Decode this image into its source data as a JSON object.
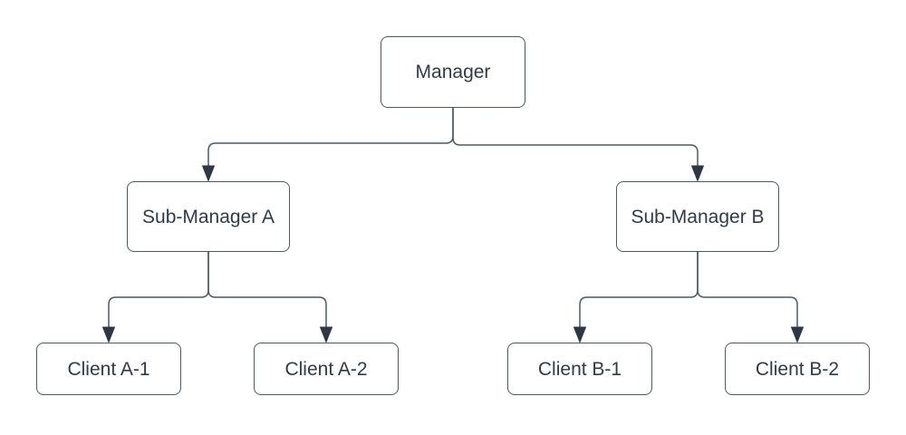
{
  "diagram": {
    "type": "hierarchy-org-chart",
    "background": "#ffffff",
    "colors": {
      "node_fill": "#ffffff",
      "node_border": "#4c5866",
      "label_text": "#2f3b4b",
      "connector_line": "#4c5866",
      "arrowhead_fill": "#2e3744"
    },
    "nodes": [
      {
        "id": "manager",
        "label": "Manager"
      },
      {
        "id": "sub-manager-a",
        "label": "Sub-Manager A"
      },
      {
        "id": "sub-manager-b",
        "label": "Sub-Manager B"
      },
      {
        "id": "client-a-1",
        "label": "Client A-1"
      },
      {
        "id": "client-a-2",
        "label": "Client A-2"
      },
      {
        "id": "client-b-1",
        "label": "Client B-1"
      },
      {
        "id": "client-b-2",
        "label": "Client B-2"
      }
    ],
    "edges": [
      {
        "from": "Manager",
        "to": "Sub-Manager A"
      },
      {
        "from": "Manager",
        "to": "Sub-Manager B"
      },
      {
        "from": "Sub-Manager A",
        "to": "Client A-1"
      },
      {
        "from": "Sub-Manager A",
        "to": "Client A-2"
      },
      {
        "from": "Sub-Manager B",
        "to": "Client B-1"
      },
      {
        "from": "Sub-Manager B",
        "to": "Client B-2"
      }
    ]
  }
}
